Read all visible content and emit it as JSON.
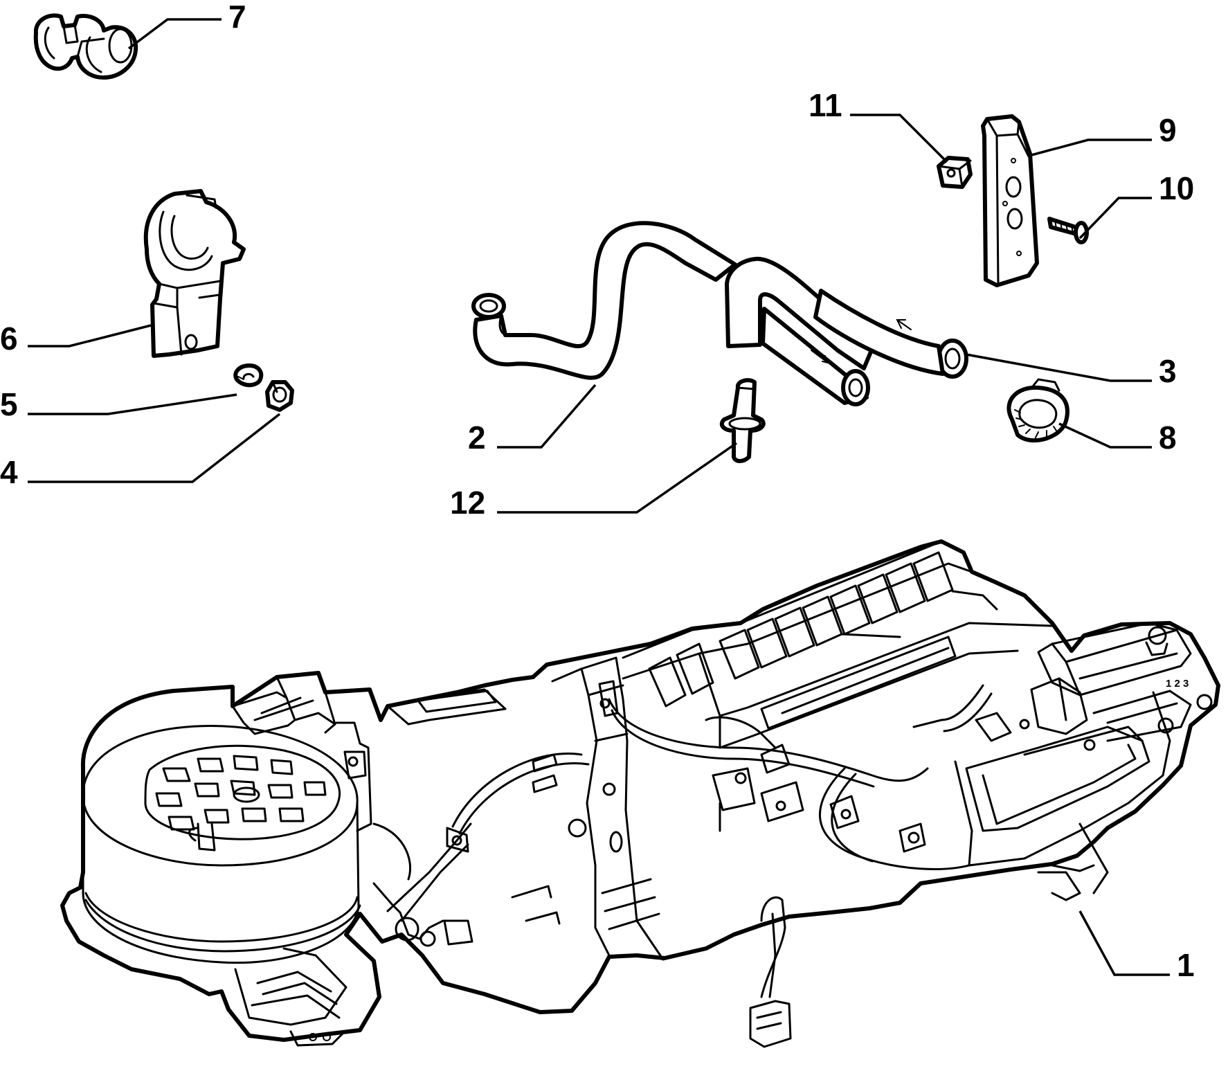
{
  "callouts": [
    {
      "id": "1",
      "label": "1"
    },
    {
      "id": "2",
      "label": "2"
    },
    {
      "id": "3",
      "label": "3"
    },
    {
      "id": "4",
      "label": "4"
    },
    {
      "id": "5",
      "label": "5"
    },
    {
      "id": "6",
      "label": "6"
    },
    {
      "id": "7",
      "label": "7"
    },
    {
      "id": "8",
      "label": "8"
    },
    {
      "id": "9",
      "label": "9"
    },
    {
      "id": "10",
      "label": "10"
    },
    {
      "id": "11",
      "label": "11"
    },
    {
      "id": "12",
      "label": "12"
    }
  ],
  "control_scale": "1 2 3"
}
